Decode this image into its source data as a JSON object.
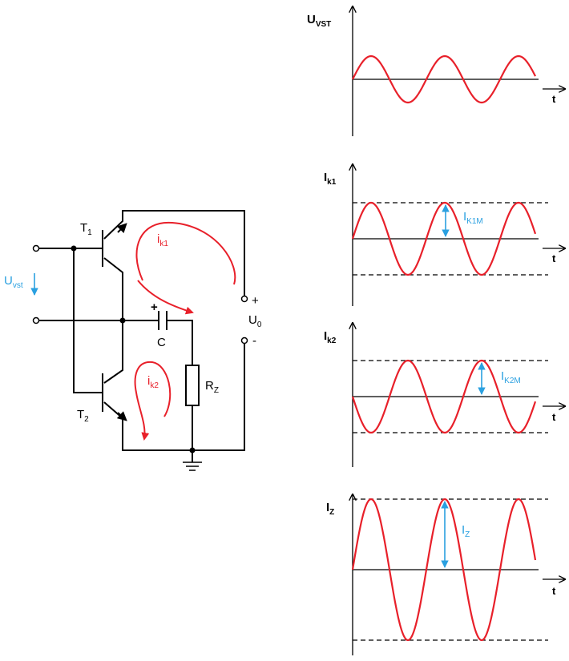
{
  "circuit": {
    "t1": {
      "main": "T",
      "sub": "1"
    },
    "t2": {
      "main": "T",
      "sub": "2"
    },
    "uvst": {
      "main": "U",
      "sub": "vst"
    },
    "ik1": {
      "main": "i",
      "sub": "k1"
    },
    "ik2": {
      "main": "i",
      "sub": "k2"
    },
    "cap_label": "C",
    "cap_polarity": "+",
    "rz": {
      "main": "R",
      "sub": "Z"
    },
    "u0": {
      "main": "U",
      "sub": "0"
    },
    "plus": "+",
    "minus": "-"
  },
  "graphs": {
    "uvst": {
      "main": "U",
      "sub": "VST"
    },
    "ik1": {
      "main": "I",
      "sub": "k1"
    },
    "ik1_amp": {
      "main": "I",
      "sub": "K1M"
    },
    "ik2": {
      "main": "I",
      "sub": "k2"
    },
    "ik2_amp": {
      "main": "I",
      "sub": "K2M"
    },
    "iz": {
      "main": "I",
      "sub": "Z"
    },
    "iz_amp": {
      "main": "I",
      "sub": "Z"
    },
    "t_label": "t"
  },
  "colors": {
    "wave": "#e8202a",
    "annotation": "#2aa0e0",
    "line": "#000000"
  }
}
